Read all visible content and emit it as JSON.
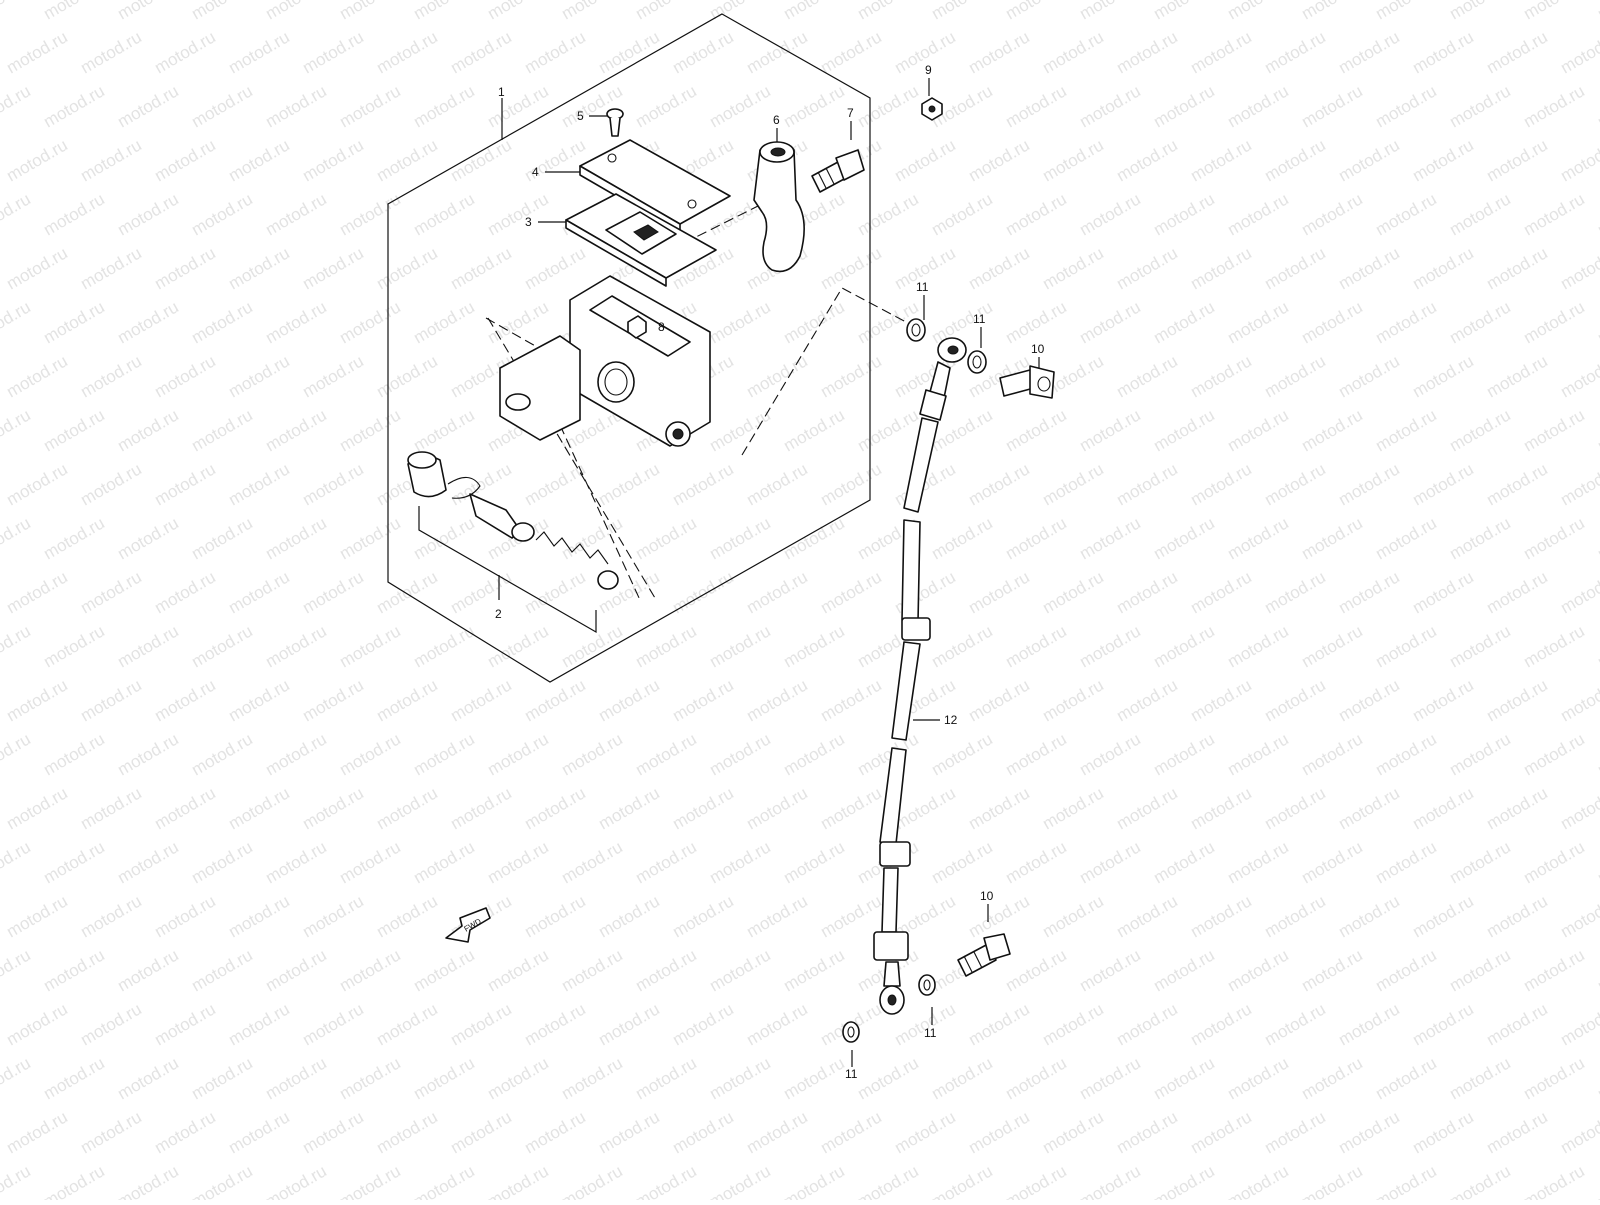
{
  "watermark": "motod.ru",
  "fwd_label": "FWD",
  "callouts": [
    {
      "id": "c1",
      "label": "1"
    },
    {
      "id": "c2",
      "label": "2"
    },
    {
      "id": "c3",
      "label": "3"
    },
    {
      "id": "c4",
      "label": "4"
    },
    {
      "id": "c5",
      "label": "5"
    },
    {
      "id": "c6",
      "label": "6"
    },
    {
      "id": "c7",
      "label": "7"
    },
    {
      "id": "c8",
      "label": "8"
    },
    {
      "id": "c9",
      "label": "9"
    },
    {
      "id": "c10a",
      "label": "10"
    },
    {
      "id": "c10b",
      "label": "10"
    },
    {
      "id": "c11a",
      "label": "11"
    },
    {
      "id": "c11b",
      "label": "11"
    },
    {
      "id": "c11c",
      "label": "11"
    },
    {
      "id": "c11d",
      "label": "11"
    },
    {
      "id": "c12",
      "label": "12"
    }
  ],
  "colors": {
    "line": "#111111",
    "watermark": "#e3e3e3",
    "background": "#ffffff"
  }
}
